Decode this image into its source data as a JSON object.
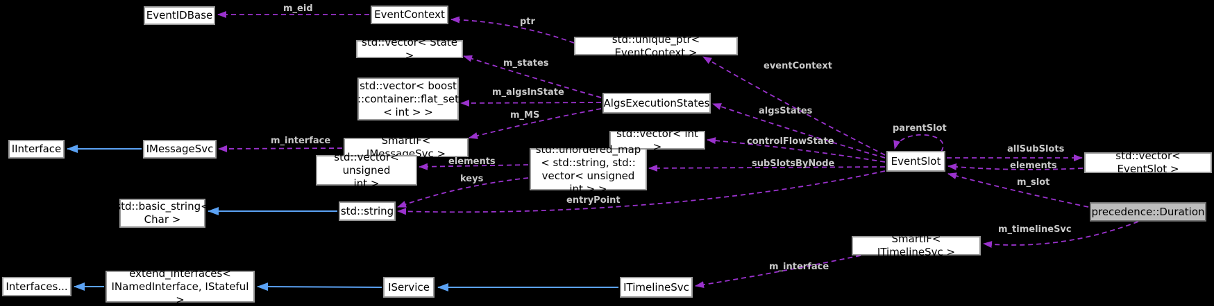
{
  "diagram": {
    "colors": {
      "background": "#000000",
      "usage_edge": "#9a32cd",
      "inheritance_edge": "#5ba2f4",
      "node_fill": "#ffffff",
      "node_border": "#9a9a9a",
      "highlight_node_fill": "#bdbdbd",
      "edge_label": "#c9c9c9"
    },
    "nodes": [
      {
        "id": "event-id-base",
        "label": "EventIDBase"
      },
      {
        "id": "event-context",
        "label": "EventContext"
      },
      {
        "id": "unique-ptr-event-context",
        "label": "std::unique_ptr< EventContext >"
      },
      {
        "id": "vector-state",
        "label": "std::vector< State >"
      },
      {
        "id": "vector-flat-set",
        "label": "std::vector< boost\n::container::flat_set\n< int > >"
      },
      {
        "id": "algs-execution-states",
        "label": "AlgsExecutionStates"
      },
      {
        "id": "iinterface",
        "label": "IInterface"
      },
      {
        "id": "imessagesvc",
        "label": "IMessageSvc"
      },
      {
        "id": "smartif-imessagesvc",
        "label": "SmartIF< IMessageSvc >"
      },
      {
        "id": "vector-int",
        "label": "std::vector< int >"
      },
      {
        "id": "vector-unsigned-int",
        "label": "std::vector< unsigned\nint >"
      },
      {
        "id": "unordered-map",
        "label": "std::unordered_map\n< std::string, std::\nvector< unsigned int > >"
      },
      {
        "id": "basic-string",
        "label": "std::basic_string<\nChar >"
      },
      {
        "id": "std-string",
        "label": "std::string"
      },
      {
        "id": "event-slot",
        "label": "EventSlot"
      },
      {
        "id": "vector-event-slot",
        "label": "std::vector< EventSlot >"
      },
      {
        "id": "precedence-duration",
        "label": "precedence::Duration",
        "highlight": true
      },
      {
        "id": "smartif-itimelinesvc",
        "label": "SmartIF< ITimelineSvc >"
      },
      {
        "id": "interfaces",
        "label": "Interfaces..."
      },
      {
        "id": "extend-interfaces",
        "label": "extend_interfaces<\nINamedInterface, IStateful >"
      },
      {
        "id": "iservice",
        "label": "IService"
      },
      {
        "id": "itimelinesvc",
        "label": "ITimelineSvc"
      }
    ],
    "edges": [
      {
        "from": "event-context",
        "to": "event-id-base",
        "label": "m_eid",
        "kind": "usage"
      },
      {
        "from": "unique-ptr-event-context",
        "to": "event-context",
        "label": "ptr",
        "kind": "usage"
      },
      {
        "from": "event-slot",
        "to": "unique-ptr-event-context",
        "label": "eventContext",
        "kind": "usage"
      },
      {
        "from": "algs-execution-states",
        "to": "vector-state",
        "label": "m_states",
        "kind": "usage"
      },
      {
        "from": "algs-execution-states",
        "to": "vector-flat-set",
        "label": "m_algsInState",
        "kind": "usage"
      },
      {
        "from": "algs-execution-states",
        "to": "smartif-imessagesvc",
        "label": "m_MS",
        "kind": "usage"
      },
      {
        "from": "event-slot",
        "to": "algs-execution-states",
        "label": "algsStates",
        "kind": "usage"
      },
      {
        "from": "smartif-imessagesvc",
        "to": "imessagesvc",
        "label": "m_interface",
        "kind": "usage"
      },
      {
        "from": "event-slot",
        "to": "vector-int",
        "label": "controlFlowState",
        "kind": "usage"
      },
      {
        "from": "event-slot",
        "to": "unordered-map",
        "label": "subSlotsByNode",
        "kind": "usage"
      },
      {
        "from": "unordered-map",
        "to": "vector-unsigned-int",
        "label": "elements",
        "kind": "usage"
      },
      {
        "from": "unordered-map",
        "to": "std-string",
        "label": "keys",
        "kind": "usage"
      },
      {
        "from": "event-slot",
        "to": "std-string",
        "label": "entryPoint",
        "kind": "usage"
      },
      {
        "from": "event-slot",
        "to": "event-slot",
        "label": "parentSlot",
        "kind": "usage"
      },
      {
        "from": "event-slot",
        "to": "vector-event-slot",
        "label": "allSubSlots",
        "kind": "usage"
      },
      {
        "from": "vector-event-slot",
        "to": "event-slot",
        "label": "elements",
        "kind": "usage"
      },
      {
        "from": "precedence-duration",
        "to": "event-slot",
        "label": "m_slot",
        "kind": "usage"
      },
      {
        "from": "precedence-duration",
        "to": "smartif-itimelinesvc",
        "label": "m_timelineSvc",
        "kind": "usage"
      },
      {
        "from": "smartif-itimelinesvc",
        "to": "itimelinesvc",
        "label": "m_interface",
        "kind": "usage"
      },
      {
        "from": "imessagesvc",
        "to": "iinterface",
        "label": "",
        "kind": "inheritance"
      },
      {
        "from": "std-string",
        "to": "basic-string",
        "label": "",
        "kind": "inheritance"
      },
      {
        "from": "extend-interfaces",
        "to": "interfaces",
        "label": "",
        "kind": "inheritance"
      },
      {
        "from": "iservice",
        "to": "extend-interfaces",
        "label": "",
        "kind": "inheritance"
      },
      {
        "from": "itimelinesvc",
        "to": "iservice",
        "label": "",
        "kind": "inheritance"
      }
    ]
  }
}
